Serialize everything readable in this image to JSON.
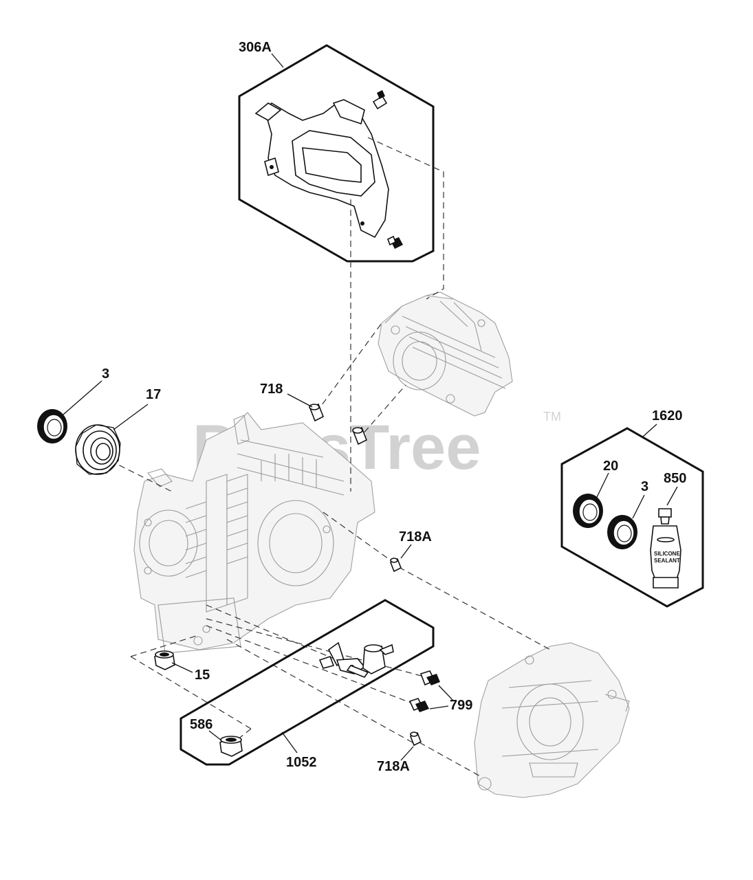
{
  "watermark": {
    "text": "PartsTree",
    "trademark": "TM"
  },
  "labels": {
    "kit_306A": "306A",
    "seal_3_left": "3",
    "bearing_17": "17",
    "sleeve_718": "718",
    "kit_1620": "1620",
    "seal_20": "20",
    "seal_3_right": "3",
    "sealant_850": "850",
    "dowel_718A_upper": "718A",
    "plug_15": "15",
    "screw_799": "799",
    "plug_586": "586",
    "kit_1052": "1052",
    "dowel_718A_lower": "718A"
  },
  "sealant_tube": {
    "line1": "SILICONE",
    "line2": "SEALANT"
  }
}
